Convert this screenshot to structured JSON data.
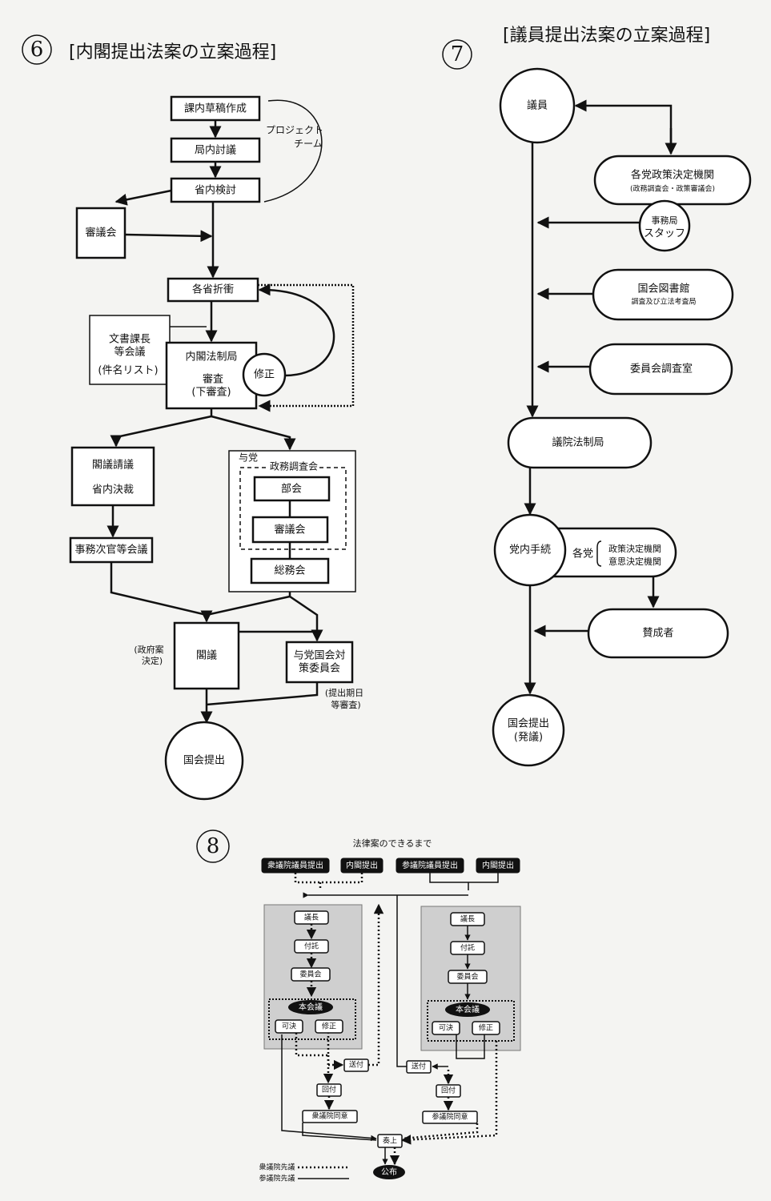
{
  "diagram6": {
    "number": "6",
    "title": "[内閣提出法案の立案過程]",
    "nodes": {
      "draft": "課内草稿作成",
      "bureau": "局内討議",
      "ministry": "省内検討",
      "project1": "プロジェクト",
      "project2": "チーム",
      "council": "審議会",
      "negotiation": "各省折衝",
      "docs1": "文書課長",
      "docs2": "等会議",
      "docs3": "(件名リスト)",
      "legal1": "内閣法制局",
      "legal2": "審査",
      "legal3": "(下審査)",
      "fix": "修正",
      "cabinet_req1": "閣議請議",
      "cabinet_req2": "省内決裁",
      "vice": "事務次官等会議",
      "ruling": "与党",
      "policy": "政務調査会",
      "section": "部会",
      "deliberation": "審議会",
      "general": "総務会",
      "cabinet": "閣議",
      "gov1": "(政府案",
      "gov2": "決定)",
      "diet_committee1": "与党国会対",
      "diet_committee2": "策委員会",
      "deadline1": "(提出期日",
      "deadline2": "等審査)",
      "submit": "国会提出"
    }
  },
  "diagram7": {
    "number": "7",
    "title": "[議員提出法案の立案過程]",
    "nodes": {
      "member": "議員",
      "party_policy1": "各党政策決定機関",
      "party_policy2": "(政務調査会・政策審議会)",
      "secretariat1": "事務局",
      "secretariat2": "スタッフ",
      "library1": "国会図書館",
      "library2": "調査及び立法考査局",
      "committee_research": "委員会調査室",
      "legislative": "議院法制局",
      "party_procedure": "党内手続",
      "each_party": "各党",
      "decision1": "政策決定機関",
      "decision2": "意思決定機関",
      "supporters": "賛成者",
      "diet1": "国会提出",
      "diet2": "(発議)"
    }
  },
  "diagram8": {
    "number": "8",
    "title": "法律案のできるまで",
    "headers": [
      "衆議院議員提出",
      "内閣提出",
      "参議院議員提出",
      "内閣提出"
    ],
    "house_steps": [
      "議長",
      "付託",
      "委員会",
      "本会議"
    ],
    "results": [
      "可決",
      "修正"
    ],
    "send": "送付",
    "return": "回付",
    "consent_lower": "衆議院同意",
    "consent_upper": "参議院同意",
    "enact": "奏上",
    "promulgate": "公布",
    "legend_lower": "衆議院先議",
    "legend_upper": "参議院先議"
  }
}
